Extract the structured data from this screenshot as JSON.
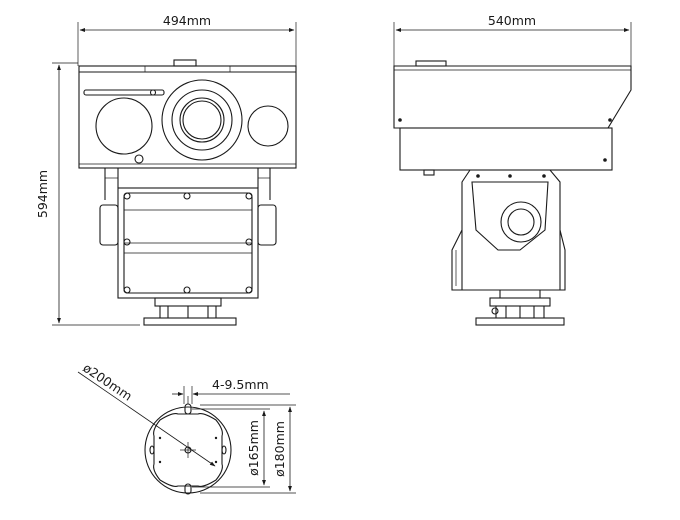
{
  "views": {
    "front": {
      "width_label": "494mm",
      "height_label": "594mm"
    },
    "side": {
      "depth_label": "540mm"
    },
    "base": {
      "outer_diameter_label": "ø200mm",
      "hole_label": "4-9.5mm",
      "inner_bolt_circle_label": "ø165mm",
      "outer_bolt_circle_label": "ø180mm"
    }
  },
  "colors": {
    "line": "#1a1a1a",
    "background": "#ffffff"
  }
}
